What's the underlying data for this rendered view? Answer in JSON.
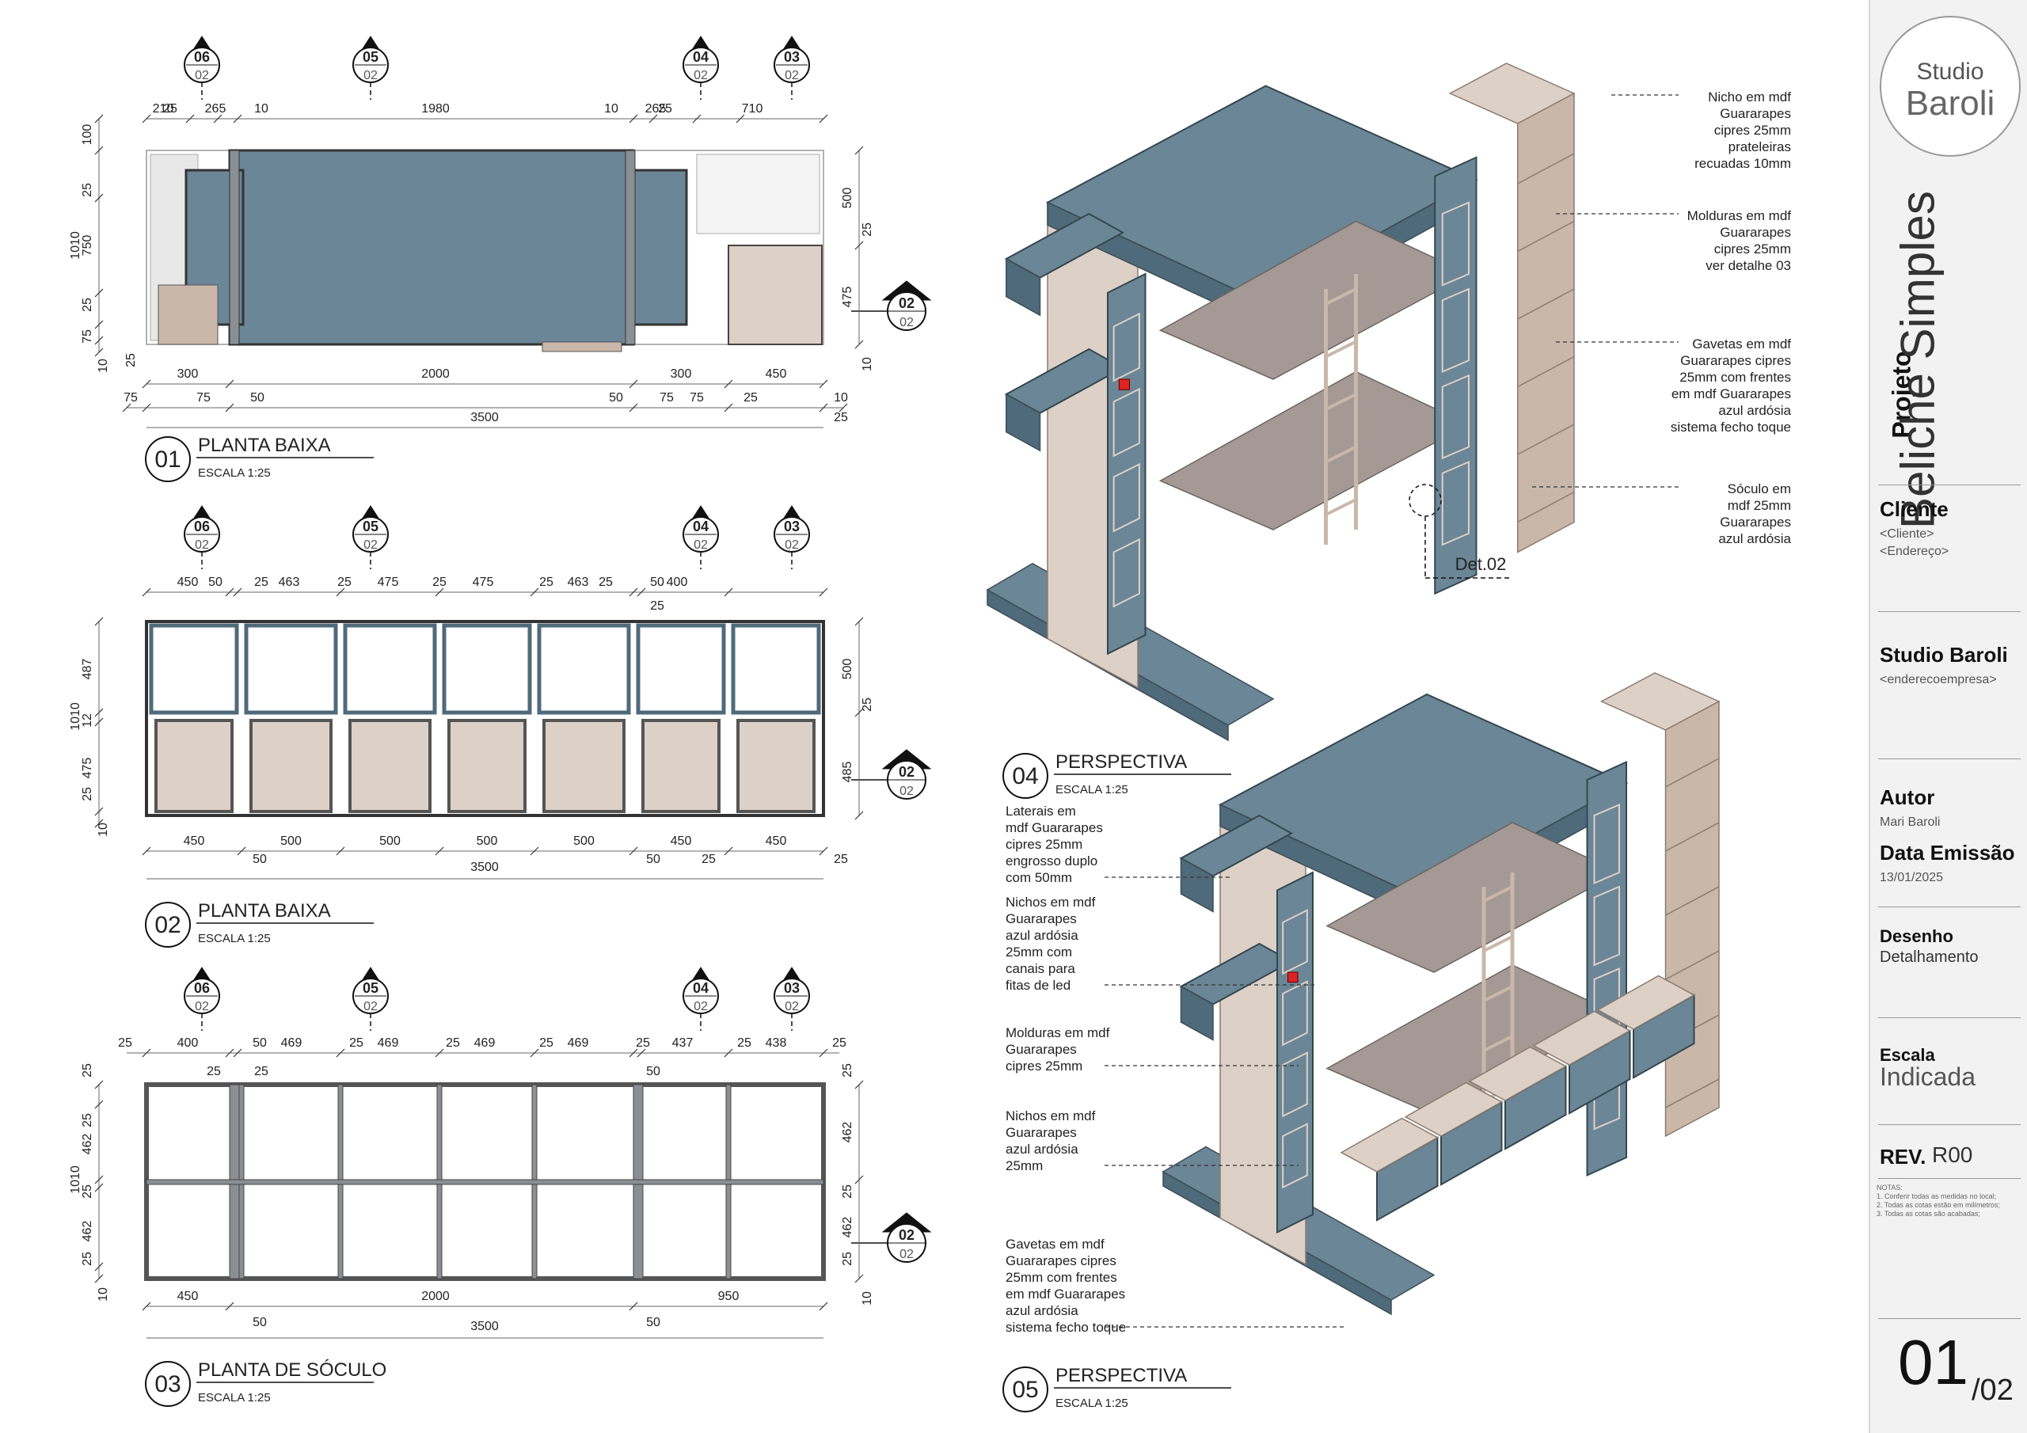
{
  "colors": {
    "blue": "#6b8696",
    "dark_blue": "#4f6a7a",
    "wood": "#ddd0c6",
    "wood_dark": "#c9b8aa",
    "frame": "#8a8f94",
    "mattress": "#a49995",
    "line": "#555"
  },
  "plans": [
    {
      "num": "01",
      "title": "PLANTA BAIXA",
      "scale": "ESCALA 1:25"
    },
    {
      "num": "02",
      "title": "PLANTA BAIXA",
      "scale": "ESCALA 1:25"
    },
    {
      "num": "03",
      "title": "PLANTA DE SÓCULO",
      "scale": "ESCALA 1:25"
    }
  ],
  "section_marks": [
    {
      "num": "06",
      "sheet": "02"
    },
    {
      "num": "05",
      "sheet": "02"
    },
    {
      "num": "04",
      "sheet": "02"
    },
    {
      "num": "03",
      "sheet": "02"
    }
  ],
  "side_mark": {
    "num": "02",
    "sheet": "02"
  },
  "plan1_dims": {
    "top": [
      "210",
      "265",
      "10",
      "1980",
      "10",
      "265",
      "710",
      "25",
      "25"
    ],
    "bottom": [
      "300",
      "2000",
      "300",
      "450",
      "75",
      "75",
      "50",
      "50",
      "75",
      "75",
      "25",
      "3500",
      "25",
      "10"
    ],
    "left": [
      "100",
      "25",
      "750",
      "25",
      "75",
      "1010",
      "10",
      "25"
    ],
    "right": [
      "500",
      "25",
      "475",
      "10"
    ]
  },
  "plan2_dims": {
    "top": [
      "450",
      "50",
      "25",
      "463",
      "25",
      "475",
      "25",
      "475",
      "25",
      "463",
      "25",
      "50",
      "400",
      "25",
      "500",
      "25"
    ],
    "bottom": [
      "450",
      "500",
      "500",
      "500",
      "500",
      "450",
      "450",
      "50",
      "3500",
      "50",
      "25",
      "25"
    ],
    "left": [
      "487",
      "12",
      "475",
      "25",
      "1010",
      "10"
    ],
    "right": [
      "500",
      "25",
      "485"
    ]
  },
  "plan3_dims": {
    "top": [
      "25",
      "400",
      "50",
      "469",
      "25",
      "469",
      "25",
      "469",
      "25",
      "469",
      "25",
      "437",
      "25",
      "438",
      "25",
      "25",
      "25",
      "50"
    ],
    "bottom": [
      "450",
      "2000",
      "950",
      "50",
      "3500",
      "50"
    ],
    "left": [
      "25",
      "25",
      "462",
      "25",
      "462",
      "25",
      "1010",
      "10"
    ],
    "right": [
      "25",
      "462",
      "25",
      "462",
      "25",
      "10"
    ]
  },
  "perspectives": [
    {
      "num": "04",
      "title": "PERSPECTIVA",
      "scale": "ESCALA 1:25"
    },
    {
      "num": "05",
      "title": "PERSPECTIVA",
      "scale": "ESCALA 1:25"
    }
  ],
  "detail_label": "Det.02",
  "notes_persp1": [
    [
      "Nicho em mdf",
      "Guararapes",
      "cipres 25mm",
      "prateleiras",
      "recuadas 10mm"
    ],
    [
      "Molduras em mdf",
      "Guararapes",
      "cipres 25mm",
      "ver detalhe 03"
    ],
    [
      "Gavetas em mdf",
      "Guararapes cipres",
      "25mm com frentes",
      "em mdf Guararapes",
      "azul ardósia",
      "sistema fecho toque"
    ],
    [
      "Sóculo em",
      "mdf 25mm",
      "Guararapes",
      "azul ardósia"
    ]
  ],
  "notes_persp2": [
    [
      "Laterais em",
      "mdf Guararapes",
      "cipres 25mm",
      "engrosso duplo",
      "com 50mm"
    ],
    [
      "Nichos em mdf",
      "Guararapes",
      "azul ardósia",
      "25mm com",
      "canais para",
      "fitas de led"
    ],
    [
      "Molduras em mdf",
      "Guararapes",
      "cipres 25mm"
    ],
    [
      "Nichos em mdf",
      "Guararapes",
      "azul ardósia",
      "25mm"
    ],
    [
      "Gavetas em mdf",
      "Guararapes cipres",
      "25mm com frentes",
      "em mdf Guararapes",
      "azul ardósia",
      "sistema fecho toque"
    ]
  ],
  "sidebar": {
    "logo_line1": "Studio",
    "logo_line2": "Baroli",
    "project_label": "Projeto",
    "project_name": "Beliche Simples",
    "client_label": "Cliente",
    "client_name": "<Cliente>",
    "client_address": "<Endereço>",
    "company_name": "Studio Baroli",
    "company_address": "<enderecoempresa>",
    "author_label": "Autor",
    "author_name": "Mari Baroli",
    "date_label": "Data Emissão",
    "date_value": "13/01/2025",
    "drawing_label": "Desenho",
    "drawing_value": "Detalhamento",
    "scale_label": "Escala",
    "scale_value": "Indicada",
    "rev_label": "REV.",
    "rev_value": "R00",
    "notes": [
      "NOTAS:",
      "1. Conferir todas as medidas no local;",
      "2. Todas as cotas estão em milímetros;",
      "3. Todas as cotas são acabadas;"
    ],
    "sheet_number": "01",
    "sheet_total": "/02"
  }
}
